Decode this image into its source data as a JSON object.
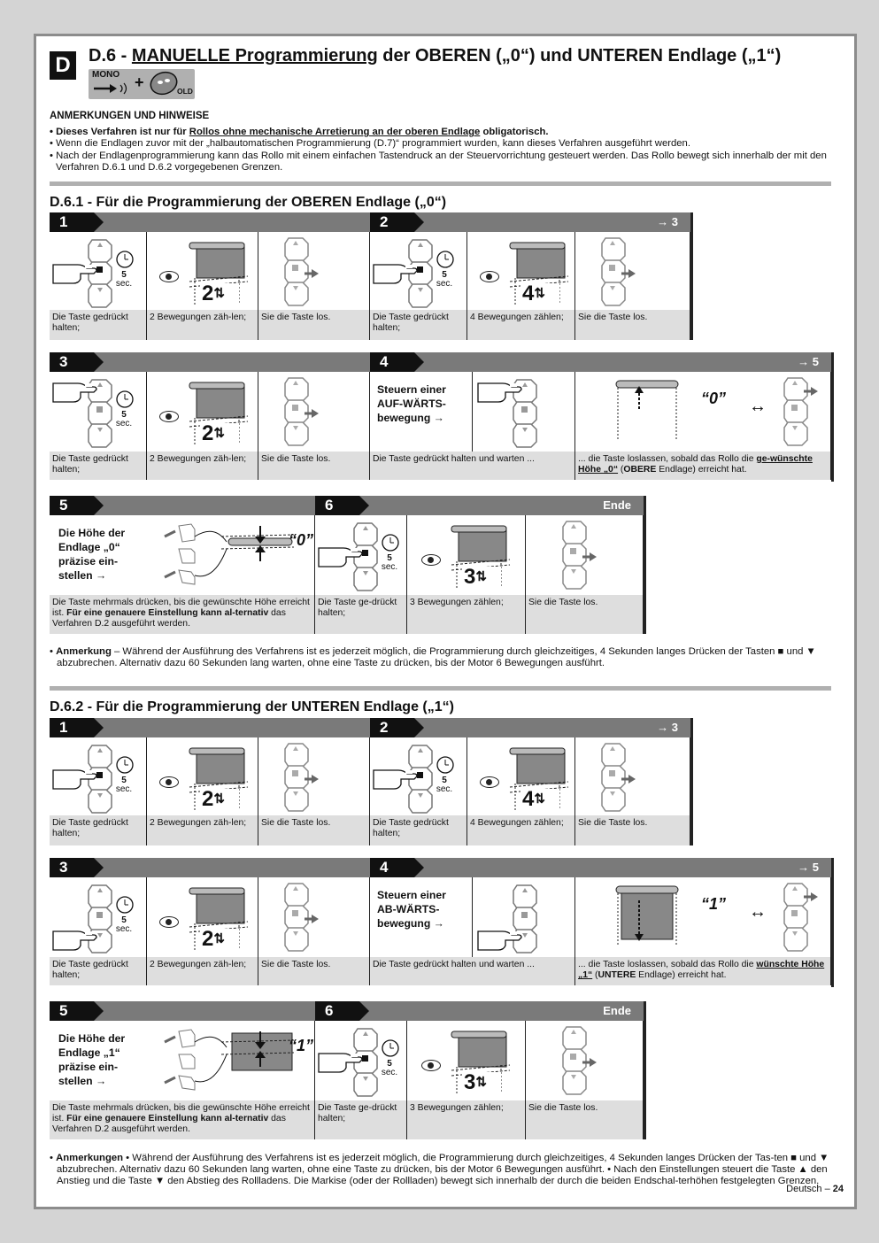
{
  "header": {
    "letter": "D",
    "title_prefix": "D.6 - ",
    "title_underlined": "MANUELLE Programmierung",
    "title_suffix": " der OBEREN („0“) und UNTEREN Endlage („1“)",
    "tag_mono": "MONO",
    "tag_old": "OLD"
  },
  "notes": {
    "heading": "ANMERKUNGEN UND HINWEISE",
    "b1_a": "• Dieses Verfahren ist nur für ",
    "b1_u": "Rollos ohne mechanische Arretierung an der oberen Endlage",
    "b1_c": " obligatorisch.",
    "b2": "• Wenn die Endlagen zuvor mit der „halbautomatischen Programmierung (D.7)“ programmiert wurden, kann dieses Verfahren ausgeführt werden.",
    "b3": "• Nach der Endlagenprogrammierung kann das Rollo mit einem einfachen Tastendruck an der Steuervorrichtung gesteuert werden. Das Rollo bewegt sich innerhalb der mit den Verfahren D.6.1 und D.6.2 vorgegebenen Grenzen."
  },
  "s1": {
    "title": "D.6.1 - Für die Programmierung der OBEREN Endlage („0“)",
    "n1": "1",
    "n2": "2",
    "n3": "3",
    "n4": "4",
    "n5": "5",
    "n6": "6",
    "to3": "→ 3",
    "to5": "→ 5",
    "end": "Ende",
    "sec": "sec.",
    "five": "5",
    "m2": "2",
    "m4": "4",
    "m3": "3",
    "c_hold": "Die Taste gedrückt halten;",
    "c_2mov": "2 Bewegungen zäh-len;",
    "c_release": "Sie die Taste los.",
    "c_4mov": "4 Bewegungen zählen;",
    "r2_big": "Steuern einer AUF-WÄRTS-bewegung →",
    "r2_hold_wait": "Die Taste gedrückt halten und warten ...",
    "r2_rel_a": "... die Taste loslassen, sobald das Rollo die ",
    "r2_rel_u": "ge-wünschte Höhe „0“",
    "r2_rel_b": " (",
    "r2_rel_bold": "OBERE",
    "r2_rel_c": " Endlage) erreicht hat.",
    "label_pos": "“0”",
    "r3_big": "Die Höhe der Endlage „0“ präzise ein-stellen →",
    "r3_cap_a": "Die Taste mehrmals drücken, bis die gewünschte Höhe erreicht ist. ",
    "r3_cap_b": "Für eine genauere Einstellung kann al-ternativ",
    "r3_cap_c": " das Verfahren D.2 ausgeführt werden.",
    "r3_hold": "Die Taste ge-drückt halten;",
    "r3_3mov": "3 Bewegungen zählen;",
    "foot_b": "Anmerkung",
    "foot": " – Während der Ausführung des Verfahrens ist es jederzeit möglich, die Programmierung durch gleichzeitiges, 4 Sekunden langes Drücken der Tasten ■ und ▼ abzubrechen. Alternativ dazu 60 Sekunden lang warten, ohne eine Taste zu drücken, bis der Motor 6 Bewegungen ausführt."
  },
  "s2": {
    "title": "D.6.2 - Für die Programmierung der UNTEREN Endlage („1“)",
    "r2_big": "Steuern einer AB-WÄRTS-bewegung →",
    "r2_rel_u": "wünschte Höhe „1“",
    "r2_rel_bold": "UNTERE",
    "label_pos": "“1”",
    "r3_big": "Die Höhe der Endlage „1“ präzise ein-stellen →",
    "foot_b": "Anmerkungen",
    "foot": " • Während der Ausführung des Verfahrens ist es jederzeit möglich, die Programmierung durch gleichzeitiges, 4 Sekunden langes Drücken der Tas-ten ■ und ▼ abzubrechen. Alternativ dazu 60 Sekunden lang warten, ohne eine Taste zu drücken, bis der Motor 6 Bewegungen ausführt. • Nach den Einstellungen steuert die Taste ▲ den Anstieg und die Taste ▼ den Abstieg des Rollladens. Die Markise (oder der Rollladen) bewegt sich innerhalb der durch die beiden Endschal-terhöhen festgelegten Grenzen."
  },
  "footer": {
    "lang": "Deutsch – ",
    "page": "24"
  }
}
